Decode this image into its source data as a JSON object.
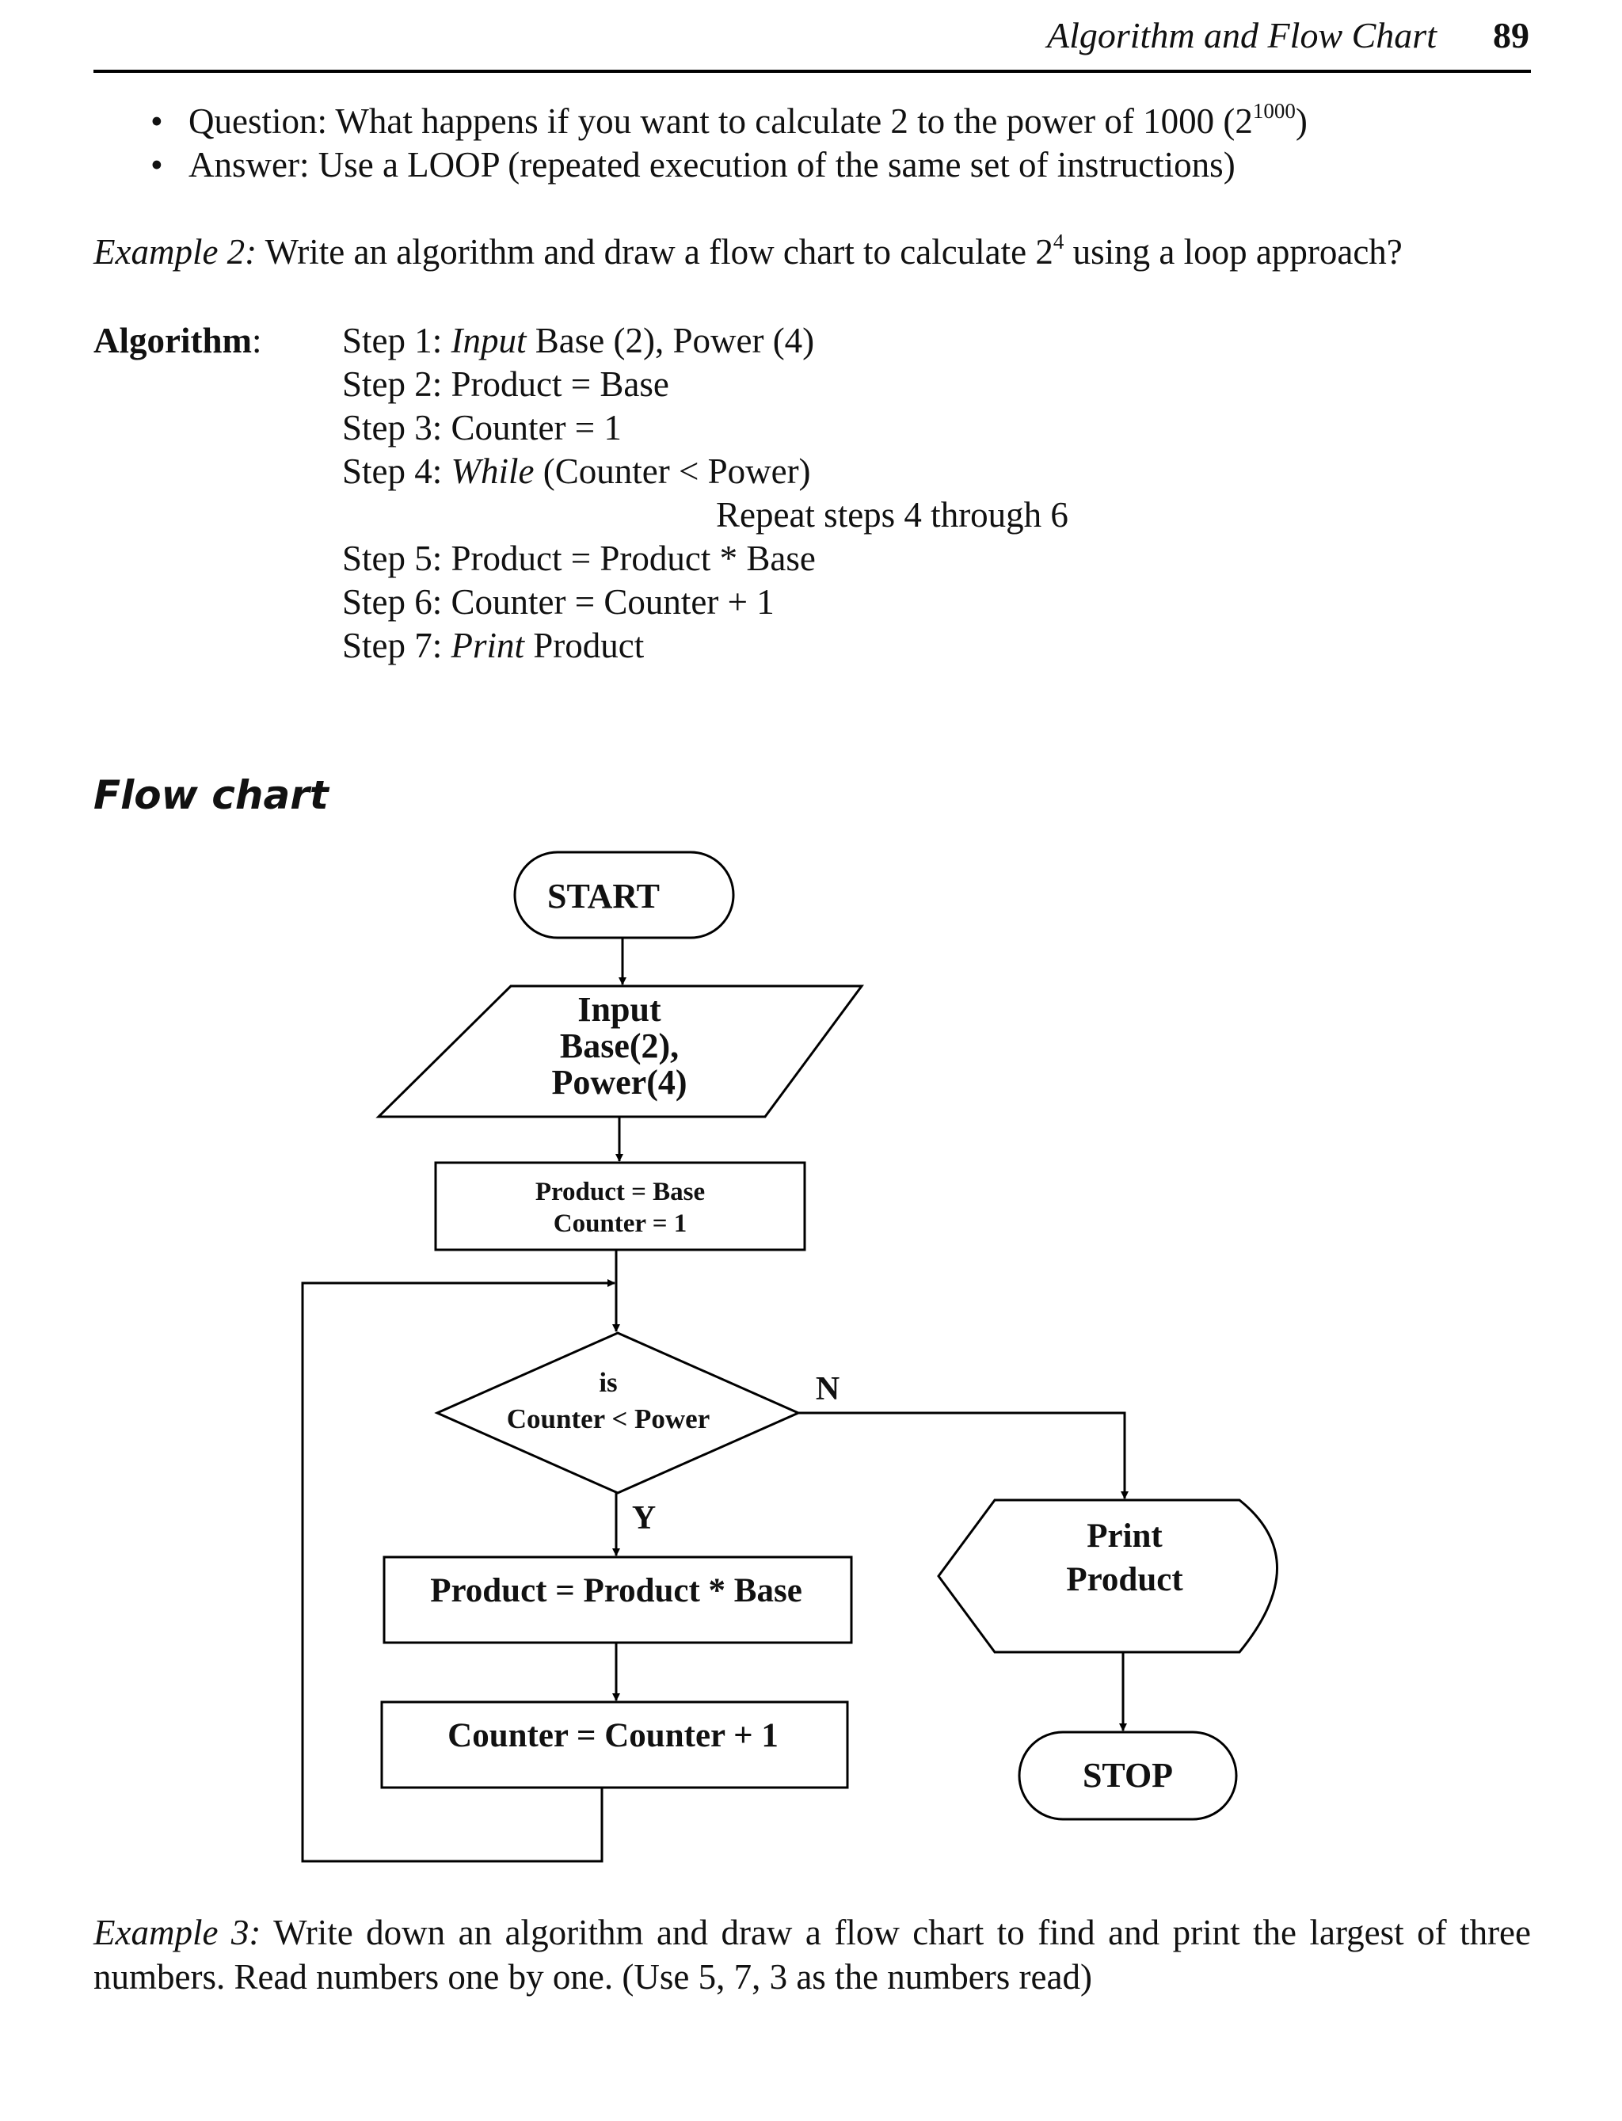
{
  "header": {
    "running_title": "Algorithm and Flow Chart",
    "page_number": "89"
  },
  "bullets": {
    "question_text": "Question: What happens if you want to calculate 2 to the power of 1000 (2",
    "question_sup": "1000",
    "question_close": ")",
    "answer_text": "Answer: Use a LOOP (repeated execution of the same set of instructions)"
  },
  "example2": {
    "label": "Example 2:",
    "text_before": " Write an algorithm and draw a flow chart to calculate 2",
    "sup": "4",
    "text_after": " using a loop approach?"
  },
  "algorithm": {
    "label": "Algorithm",
    "colon": ":",
    "steps": [
      {
        "num": "Step 1:",
        "kw": "Input",
        "rest": " Base (2), Power (4)"
      },
      {
        "num": "Step 2:",
        "kw": "",
        "rest": " Product = Base"
      },
      {
        "num": "Step 3:",
        "kw": "",
        "rest": " Counter = 1"
      },
      {
        "num": "Step 4:",
        "kw": "While",
        "rest": " (Counter < Power)"
      },
      {
        "num": "Step 5:",
        "kw": "",
        "rest": " Product = Product * Base"
      },
      {
        "num": "Step 6:",
        "kw": "",
        "rest": " Counter = Counter + 1"
      },
      {
        "num": "Step 7:",
        "kw": "Print",
        "rest": "  Product"
      }
    ],
    "step4_continuation": "Repeat steps 4 through 6"
  },
  "flowchart": {
    "heading": "Flow chart",
    "start": "START",
    "input_lines": [
      "Input",
      "Base(2),",
      "Power(4)"
    ],
    "init_lines": [
      "Product = Base",
      "Counter = 1"
    ],
    "decision_lines": [
      "is",
      "Counter < Power"
    ],
    "no_label": "N",
    "yes_label": "Y",
    "multiply": "Product = Product * Base",
    "increment": "Counter = Counter + 1",
    "print_lines": [
      "Print",
      "Product"
    ],
    "stop": "STOP"
  },
  "example3": {
    "label": "Example 3:",
    "text": " Write down an algorithm and draw a flow chart to find and print the largest of three numbers. Read numbers one by one. (Use 5, 7, 3 as the numbers read)"
  }
}
